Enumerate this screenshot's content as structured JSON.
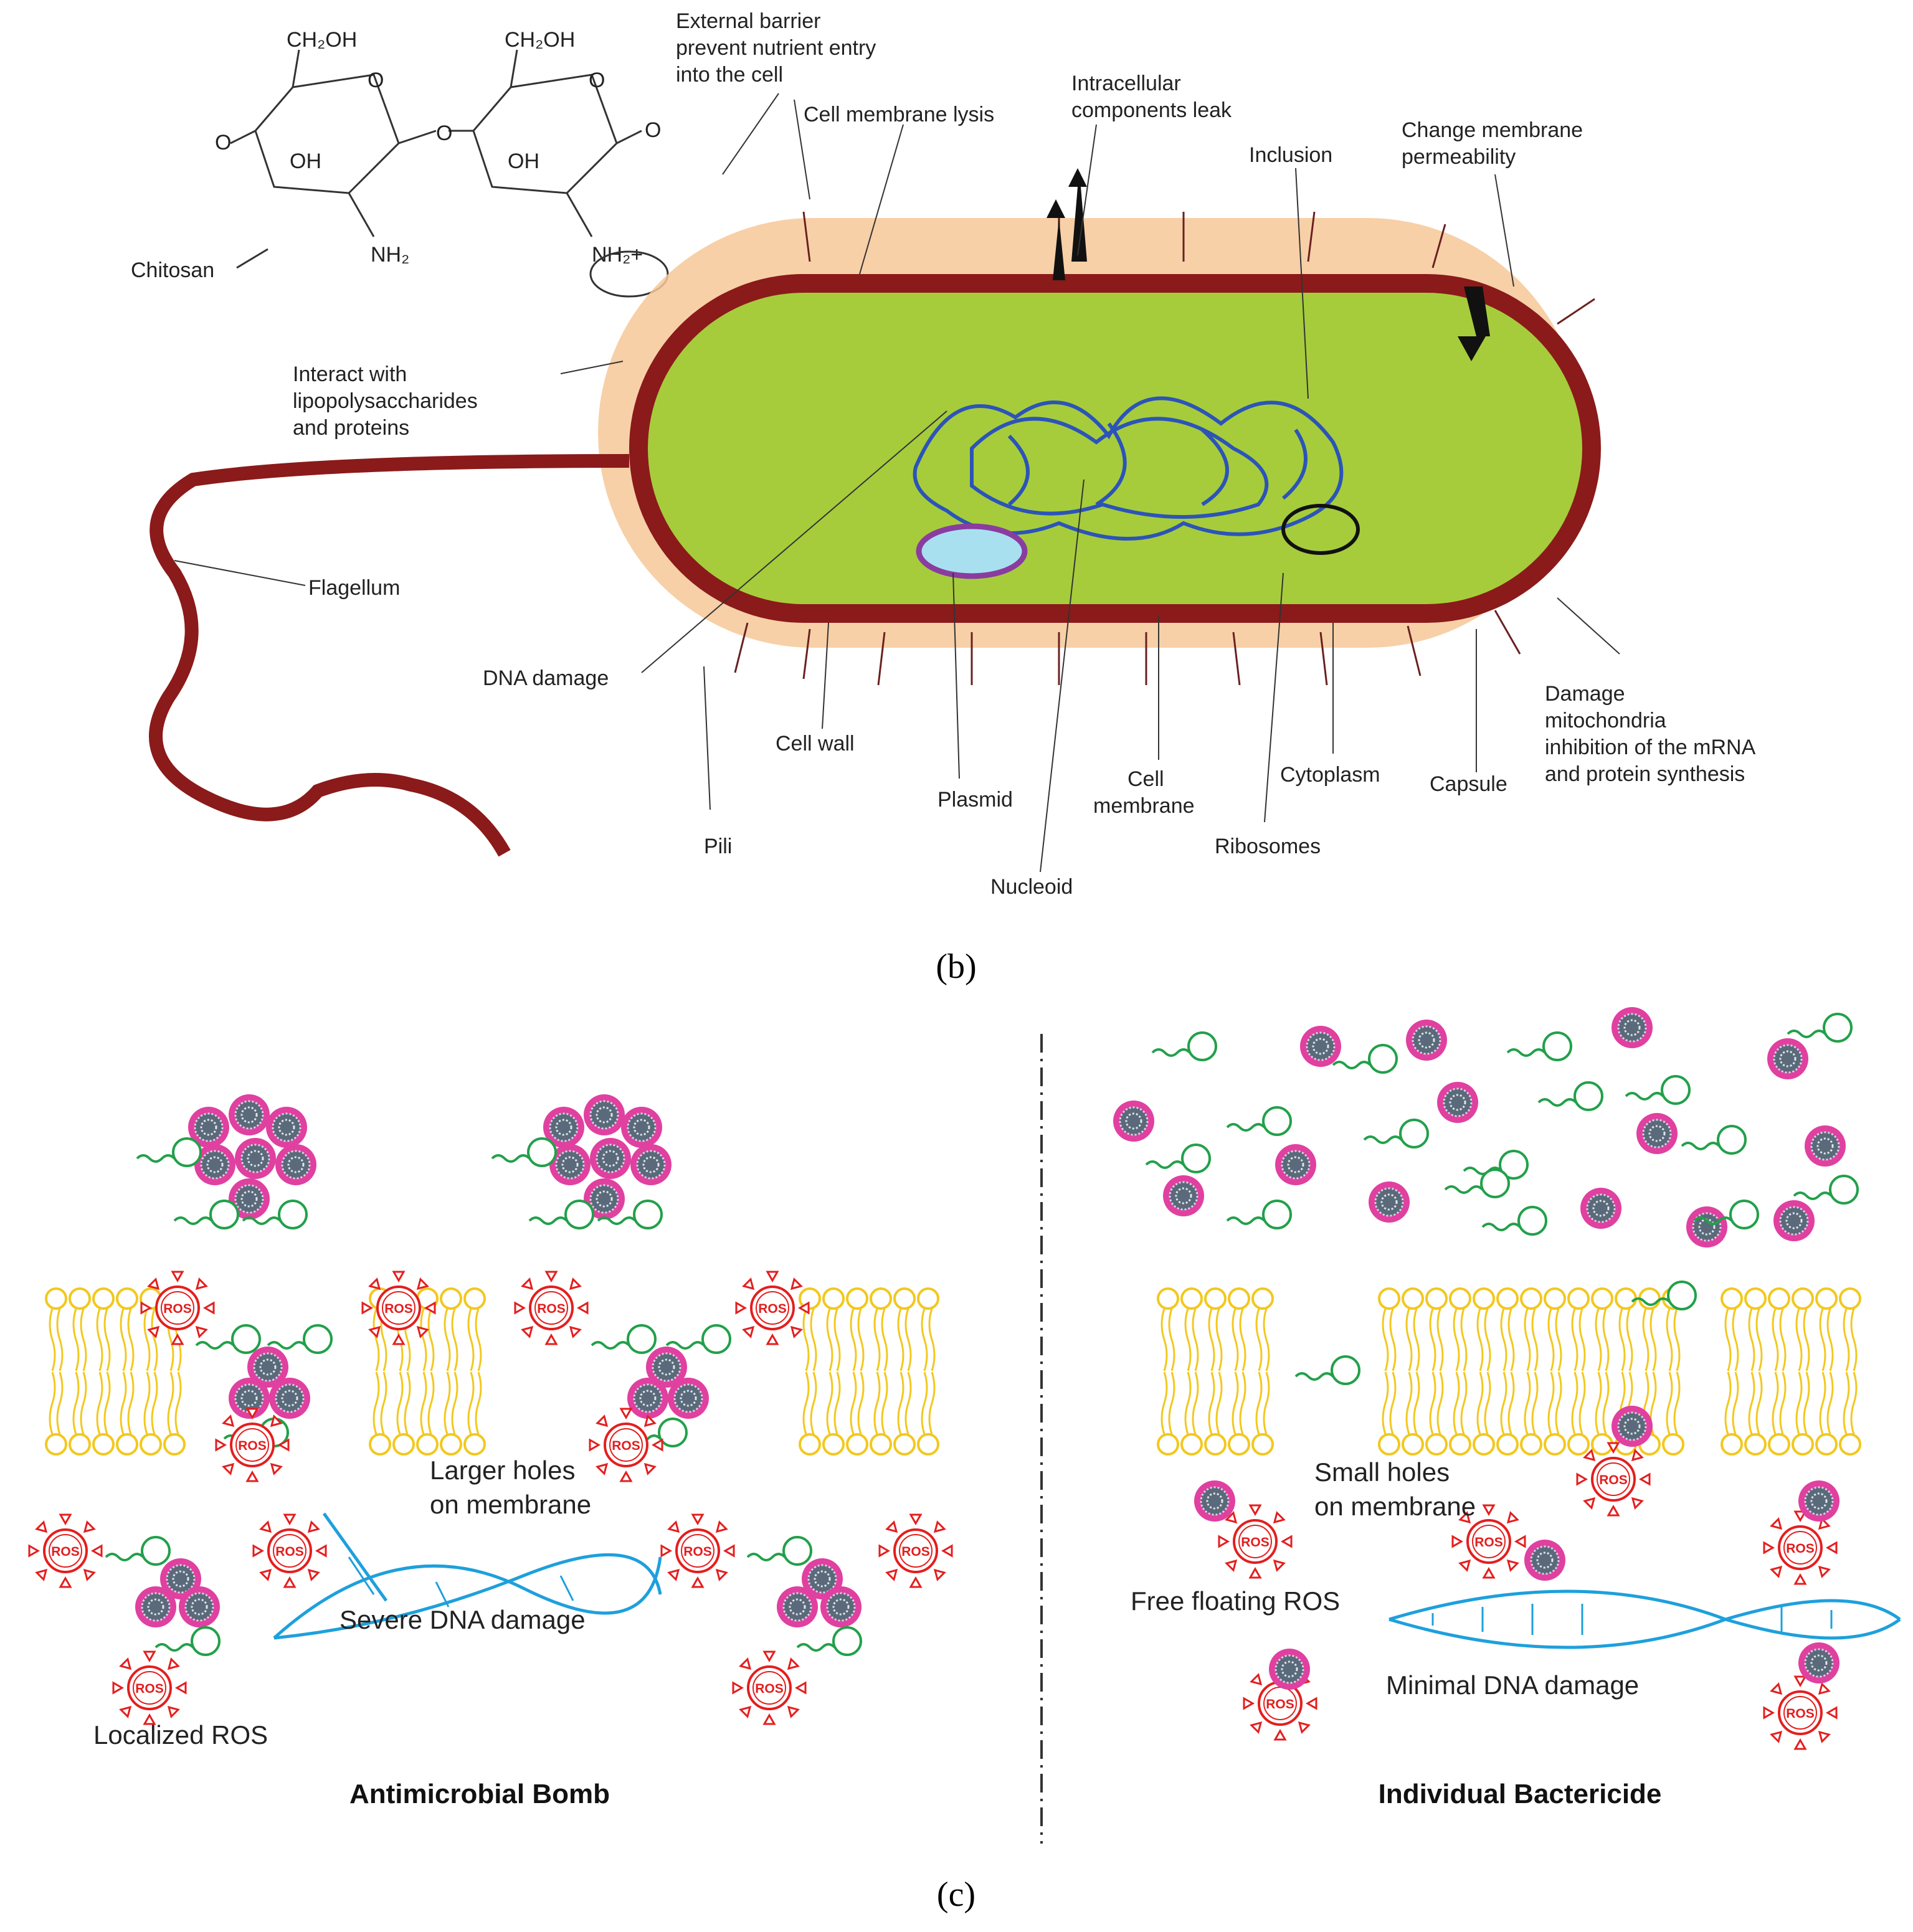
{
  "panel_b": {
    "chem": {
      "ch2oh_1": "CH₂OH",
      "ch2oh_2": "CH₂OH",
      "o_ring_1": "O",
      "o_ring_2": "O",
      "o_link": "O",
      "o_left": "O",
      "o_right": "O",
      "oh_1": "OH",
      "oh_2": "OH",
      "nh2": "NH₂",
      "nh2_plus": "NH₂+",
      "chitosan": "Chitosan"
    },
    "labels": {
      "external_barrier": [
        "External barrier",
        "prevent nutrient entry",
        "into the cell"
      ],
      "cell_membrane_lysis": "Cell membrane lysis",
      "intracellular_leak": [
        "Intracellular",
        "components leak"
      ],
      "inclusion": "Inclusion",
      "change_permeability": [
        "Change membrane",
        "permeability"
      ],
      "interact": [
        "Interact with",
        "lipopolysaccharides",
        "and proteins"
      ],
      "flagellum": "Flagellum",
      "dna_damage": "DNA damage",
      "cell_wall": "Cell wall",
      "pili": "Pili",
      "plasmid": "Plasmid",
      "nucleoid": "Nucleoid",
      "cell_membrane": [
        "Cell",
        "membrane"
      ],
      "ribosomes": "Ribosomes",
      "cytoplasm": "Cytoplasm",
      "capsule": "Capsule",
      "damage_mito": [
        "Damage",
        "mitochondria",
        "inhibition of the mRNA",
        "and protein synthesis"
      ]
    },
    "sublabel": "(b)"
  },
  "panel_c": {
    "ros": "ROS",
    "left": {
      "larger_holes": [
        "Larger holes",
        "on membrane"
      ],
      "severe_dna": "Severe DNA damage",
      "localized_ros": "Localized ROS",
      "title": "Antimicrobial Bomb"
    },
    "right": {
      "small_holes": [
        "Small holes",
        "on membrane"
      ],
      "free_ros": "Free floating ROS",
      "minimal_dna": "Minimal DNA damage",
      "title": "Individual Bactericide"
    },
    "sublabel": "(c)"
  },
  "colors": {
    "cell_wall": "#8b1a1a",
    "capsule": "#f6c898",
    "cytoplasm": "#a6cc3c",
    "nucleoid": "#2c54b8",
    "plasmid": "#8a3ca0",
    "lipid": "#f2c81e",
    "ros": "#e41e1e",
    "np": "#e040a0",
    "ligand": "#22a04a",
    "dna": "#1ea0dc"
  }
}
